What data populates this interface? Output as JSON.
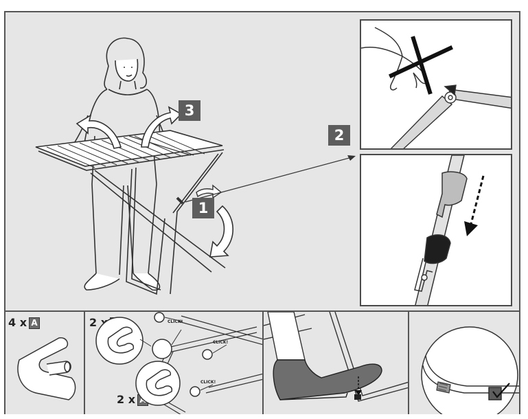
{
  "steps": {
    "step1": "1",
    "step2": "2",
    "step3": "3"
  },
  "parts": {
    "qty_4": "4 x",
    "qty_2_top": "2 x",
    "qty_2_bottom": "2 x",
    "part_letter": "A",
    "click_label": "CLICK!"
  },
  "colors": {
    "frame_bg": "#e6e6e6",
    "step_box": "#5d5d5d",
    "line": "#333333"
  }
}
